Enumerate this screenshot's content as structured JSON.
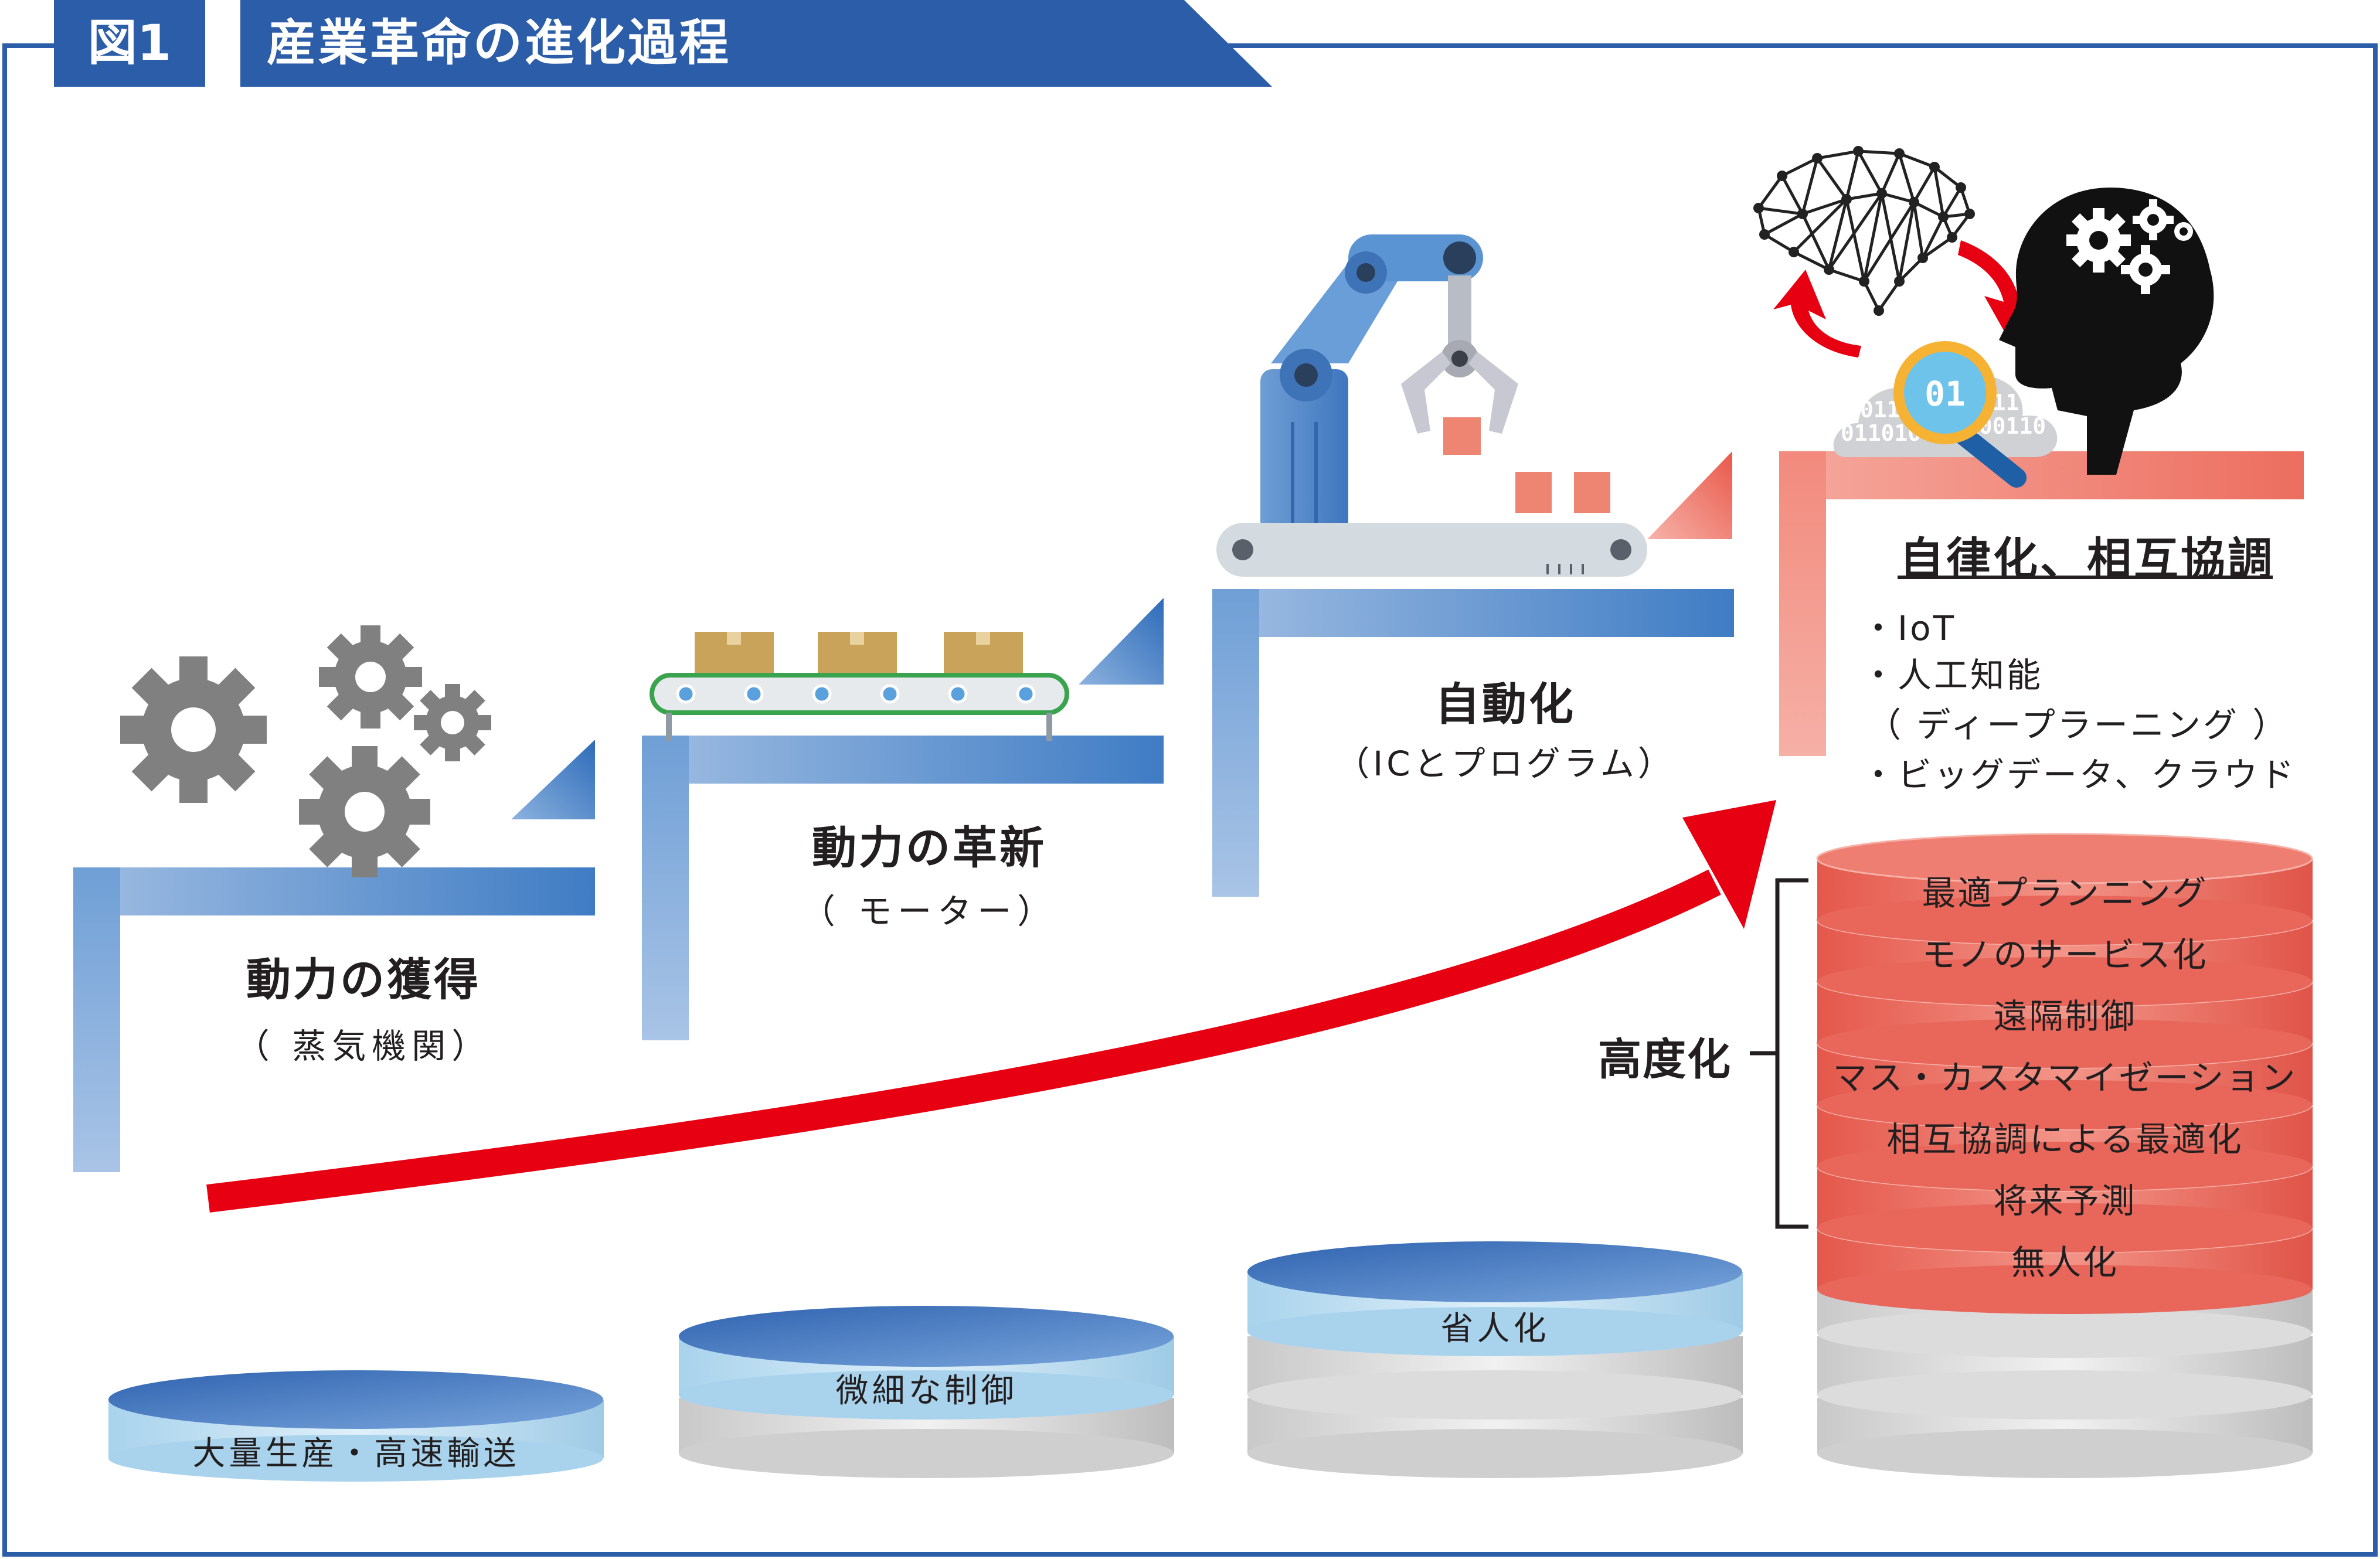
{
  "header": {
    "figure_tag": "図1",
    "title": "産業革命の進化過程"
  },
  "steps": [
    {
      "title": "動力の獲得",
      "subtitle": "（ 蒸気機関）",
      "base_label": "大量生産・高速輸送"
    },
    {
      "title": "動力の革新",
      "subtitle": "（ モーター）",
      "base_label": "微細な制御"
    },
    {
      "title": "自動化",
      "subtitle": "（ICとプログラム）",
      "base_label": "省人化"
    },
    {
      "title": "自律化、相互協調",
      "bullets": [
        "・IoT",
        "・人工知能",
        "（ ディープラーニング ）",
        "・ビッグデータ、クラウド"
      ]
    }
  ],
  "sophistication": {
    "label": "高度化",
    "layers": [
      "最適プランニング",
      "モノのサービス化",
      "遠隔制御",
      "マス・カスタマイゼーション",
      "相互協調による最適化",
      "将来予測",
      "無人化"
    ]
  },
  "decor": {
    "binary_text": "01",
    "icons": [
      "gears-icon",
      "conveyor-belt-icon",
      "robot-arm-icon",
      "neural-network-icon",
      "magnifier-icon",
      "human-head-gears-icon",
      "cycle-arrow-icon",
      "growth-arrow-icon"
    ]
  },
  "colors": {
    "header_blue": "#2c5da8",
    "step_blue": "#4f86c6",
    "step_salmon": "#ef8478",
    "disk_red": "#e8665a",
    "arrow_red": "#e60012",
    "gear_gray": "#808080"
  }
}
